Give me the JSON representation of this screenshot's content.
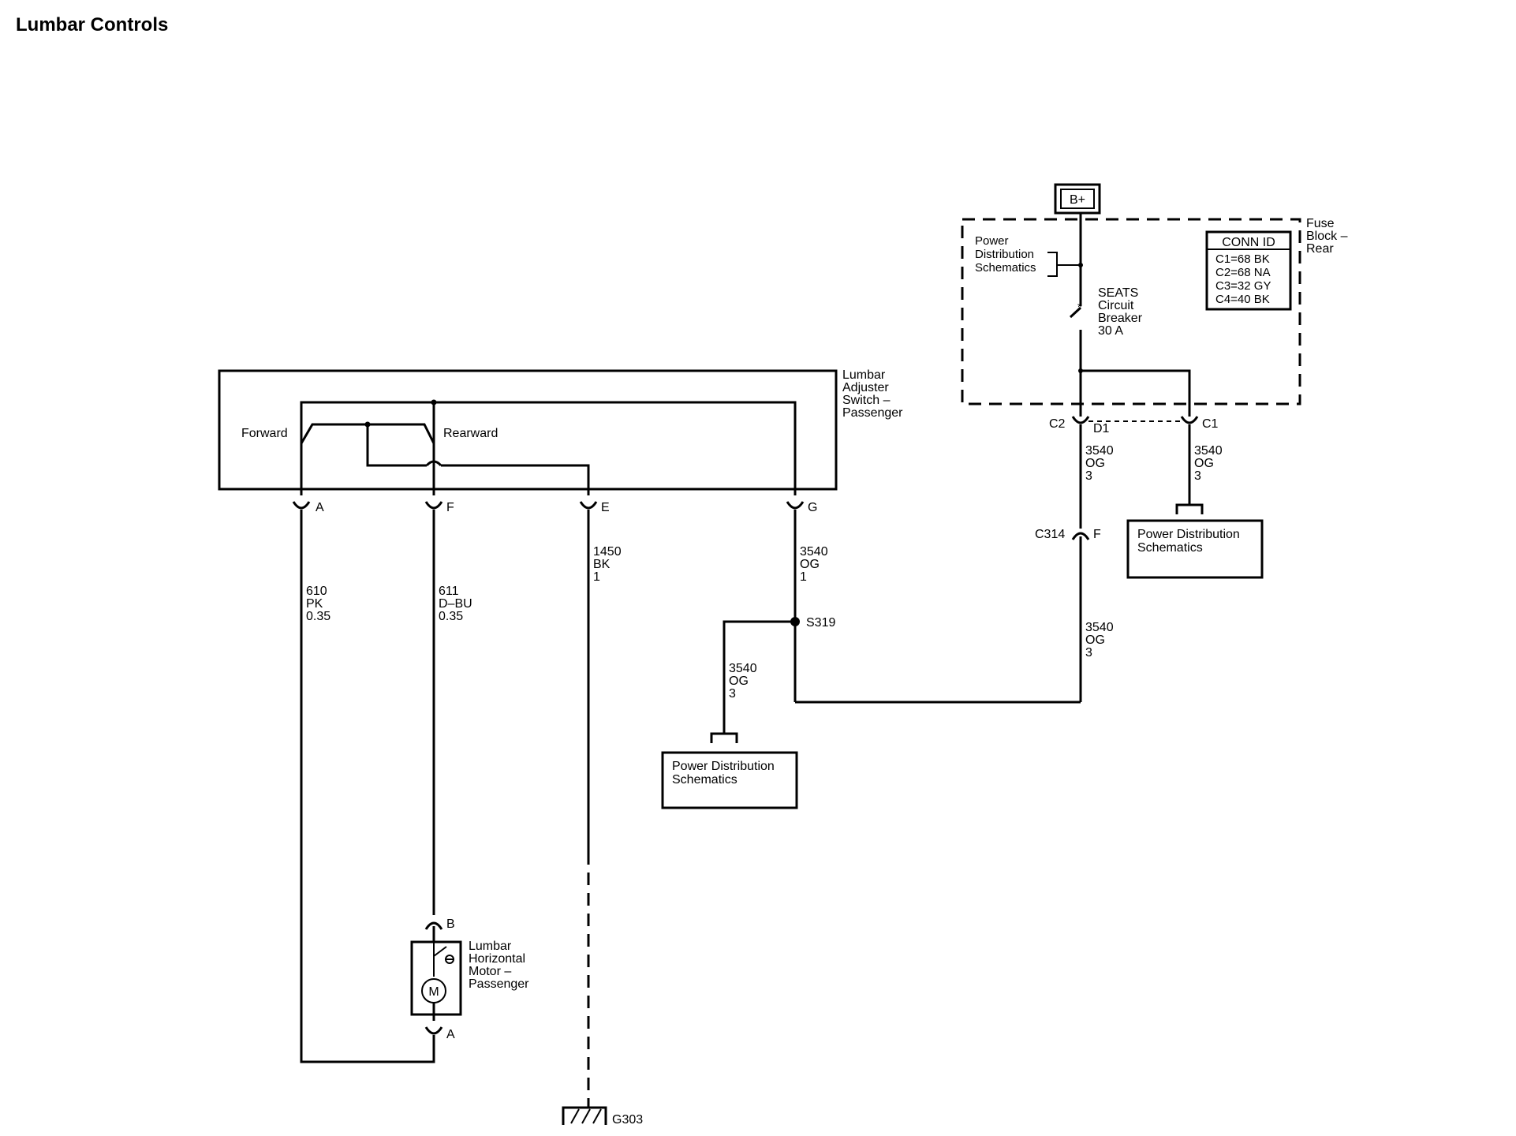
{
  "title": "Lumbar Controls",
  "battery": {
    "label": "B+"
  },
  "fuse_block": {
    "name": [
      "Fuse",
      "Block –",
      "Rear"
    ],
    "power_dist_label": [
      "Power",
      "Distribution",
      "Schematics"
    ],
    "breaker": [
      "SEATS",
      "Circuit",
      "Breaker",
      "30 A"
    ],
    "conn_id": {
      "header": "CONN ID",
      "rows": [
        "C1=68 BK",
        "C2=68 NA",
        "C3=32 GY",
        "C4=40 BK"
      ]
    },
    "pins": {
      "c2": "C2",
      "d1": "D1",
      "c1": "C1"
    }
  },
  "switch": {
    "name": [
      "Lumbar",
      "Adjuster",
      "Switch –",
      "Passenger"
    ],
    "forward": "Forward",
    "rearward": "Rearward",
    "pins": {
      "a": "A",
      "f": "F",
      "e": "E",
      "g": "G"
    }
  },
  "wires": {
    "w610": [
      "610",
      "PK",
      "0.35"
    ],
    "w611": [
      "611",
      "D–BU",
      "0.35"
    ],
    "w1450": [
      "1450",
      "BK",
      "1"
    ],
    "w3540_g": [
      "3540",
      "OG",
      "1"
    ],
    "w3540_d1": [
      "3540",
      "OG",
      "3"
    ],
    "w3540_c1": [
      "3540",
      "OG",
      "3"
    ],
    "w3540_c314": [
      "3540",
      "OG",
      "3"
    ],
    "w3540_s319": [
      "3540",
      "OG",
      "3"
    ]
  },
  "connector_c314": {
    "name": "C314",
    "pin": "F"
  },
  "splice": {
    "name": "S319"
  },
  "power_dist_box_left": [
    "Power Distribution",
    "Schematics"
  ],
  "power_dist_box_right": [
    "Power Distribution",
    "Schematics"
  ],
  "motor": {
    "name": [
      "Lumbar",
      "Horizontal",
      "Motor –",
      "Passenger"
    ],
    "symbol": "M",
    "pin_b": "B",
    "pin_a": "A"
  },
  "ground": {
    "name": "G303"
  }
}
